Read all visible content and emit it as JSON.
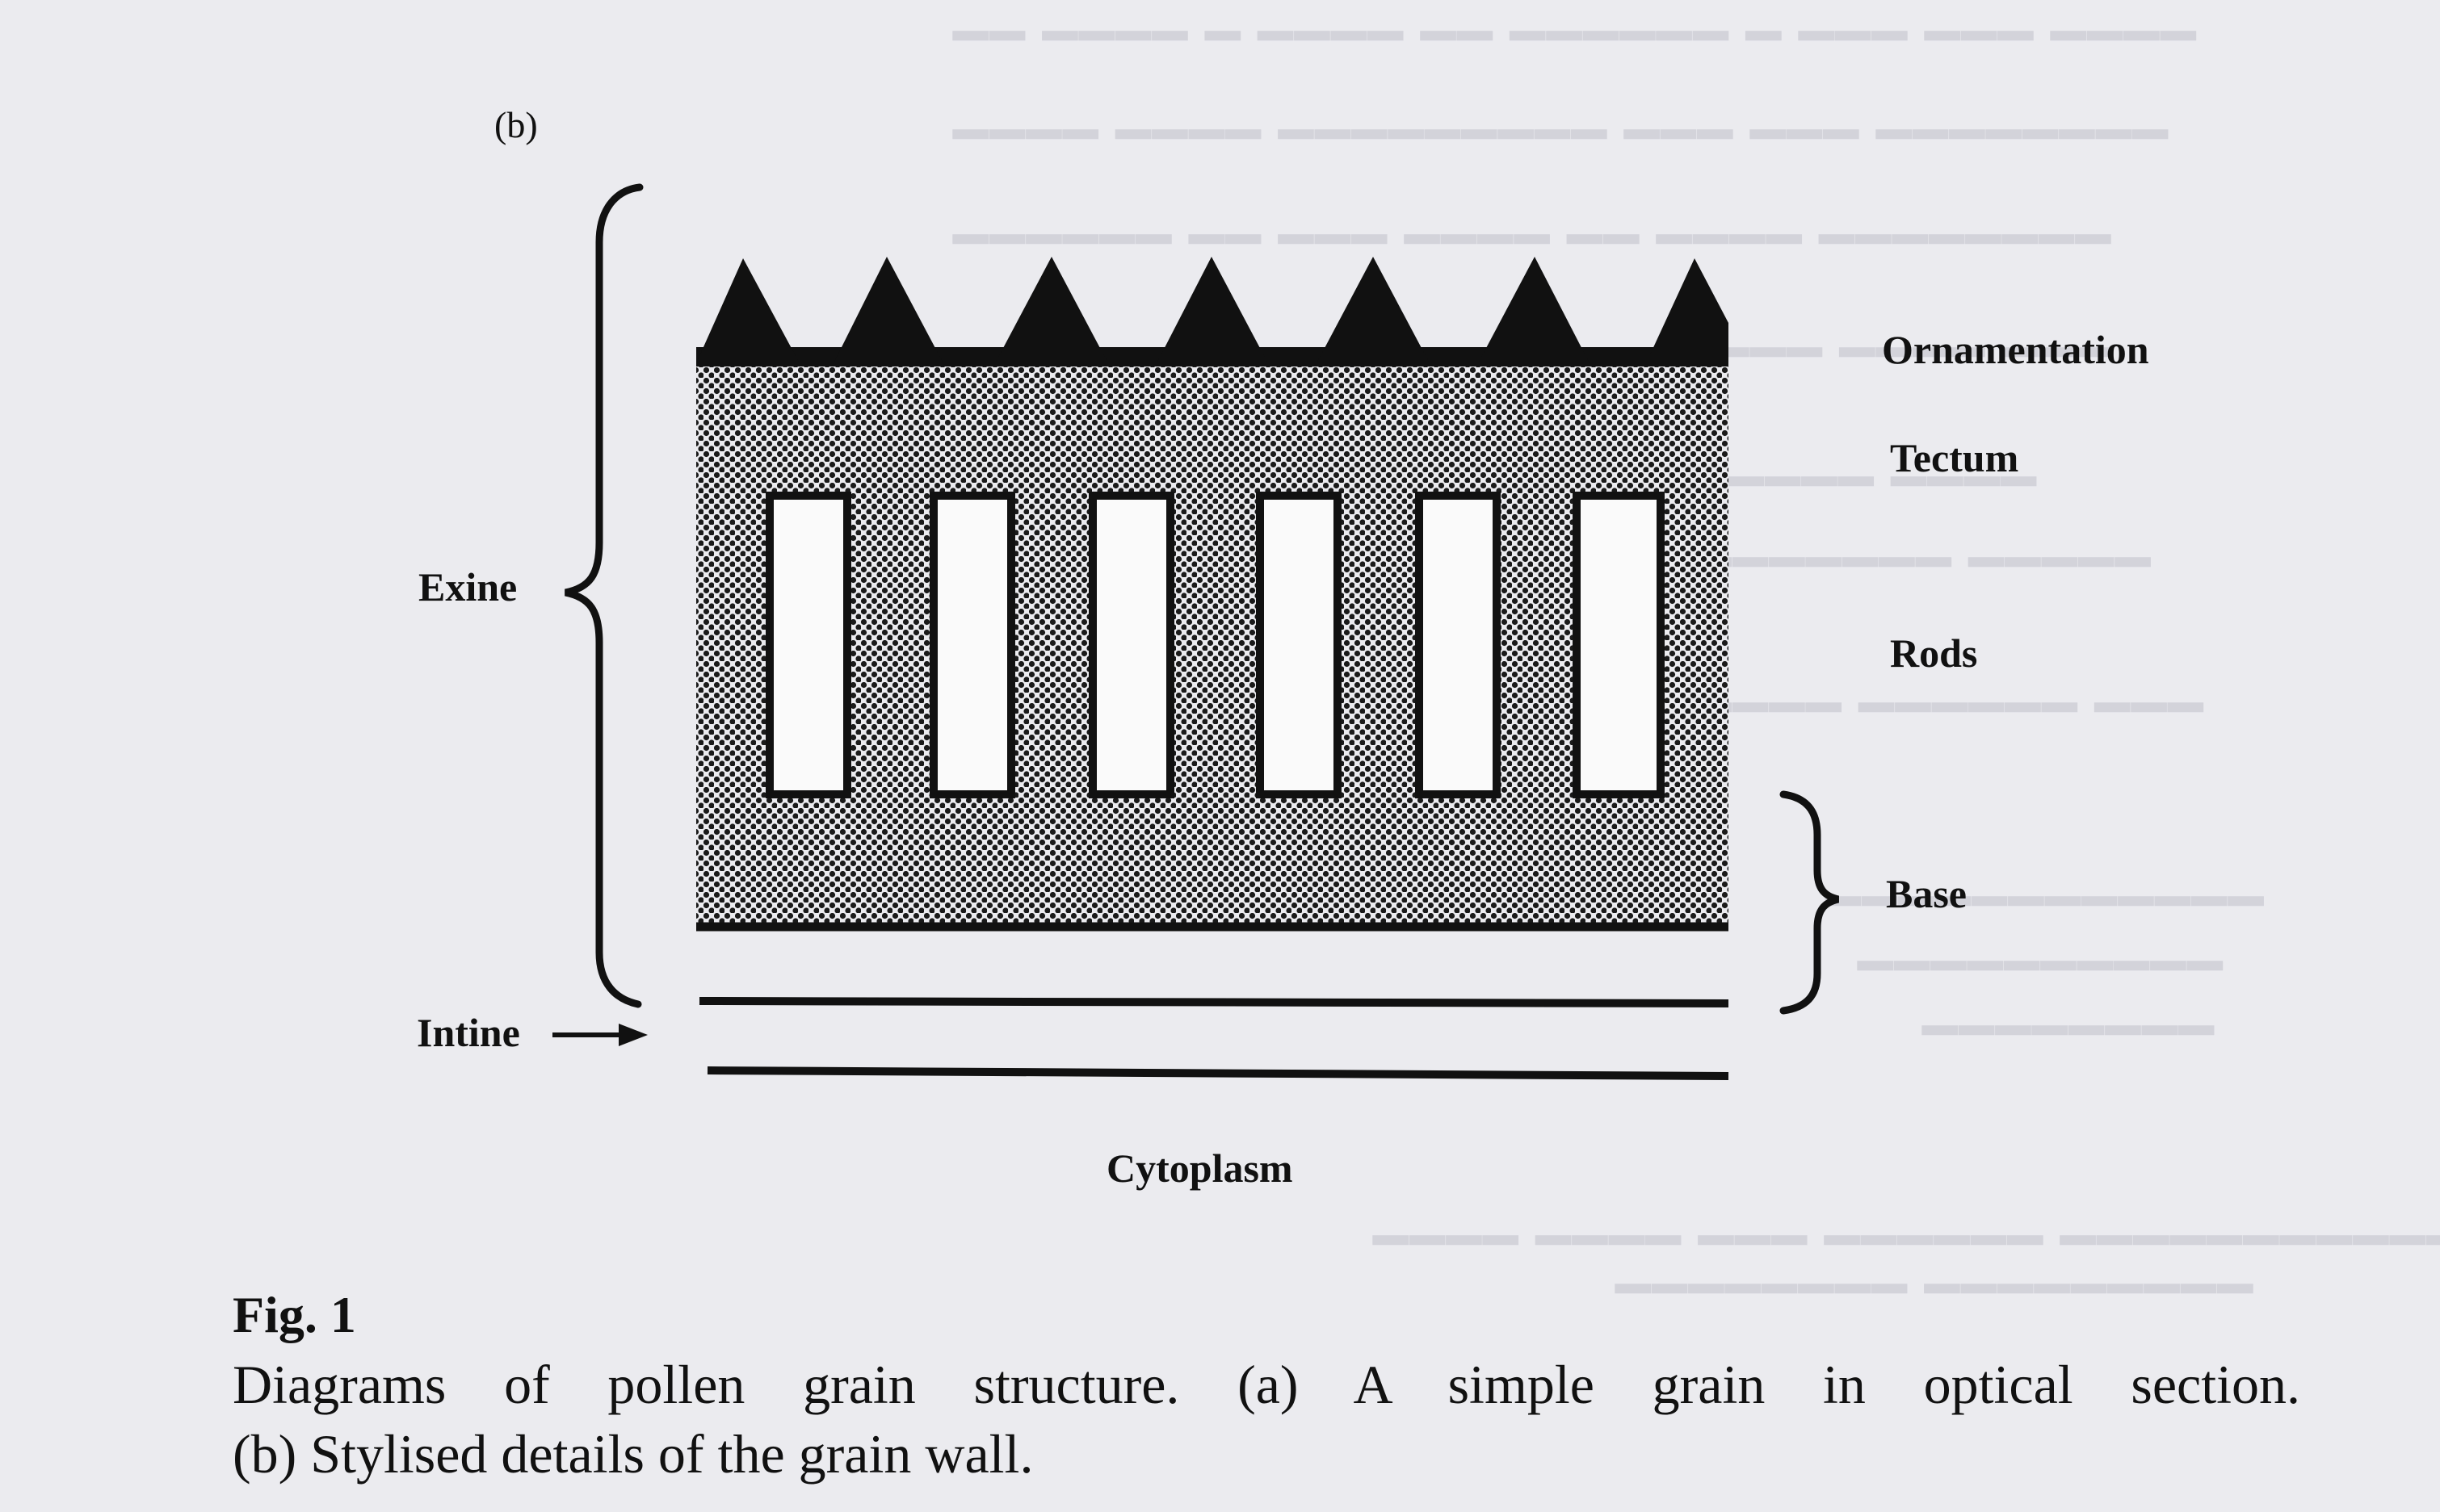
{
  "figure": {
    "part_label": "(b)",
    "labels": {
      "exine": "Exine",
      "ornamentation": "Ornamentation",
      "tectum": "Tectum",
      "rods": "Rods",
      "base": "Base",
      "intine": "Intine",
      "cytoplasm": "Cytoplasm"
    },
    "spike_count": 7,
    "rod_count": 6,
    "colors": {
      "ink": "#111111",
      "stipple": "#1a1a1a",
      "paper": "#ebebef"
    }
  },
  "caption": {
    "fig_number": "Fig. 1",
    "line1": "Diagrams of pollen grain structure. (a) A simple grain in optical section.",
    "line2": "(b) Stylised details of the grain wall."
  }
}
